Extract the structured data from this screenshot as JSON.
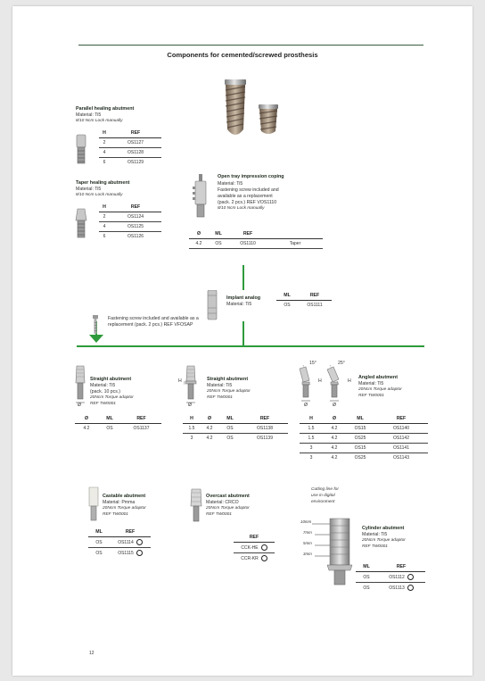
{
  "title": "Components for cemented/screwed prosthesis",
  "page_number": "12",
  "parallel_healing": {
    "title": "Parallel healing abutment",
    "material": "Material: Ti5",
    "torque": "8/10 Ncm Lock manually",
    "headers": [
      "H",
      "REF"
    ],
    "rows": [
      [
        "2",
        "OS1127"
      ],
      [
        "4",
        "OS1128"
      ],
      [
        "6",
        "OS1129"
      ]
    ]
  },
  "taper_healing": {
    "title": "Taper healing abutment",
    "material": "Material: Ti5",
    "torque": "8/10 Ncm Lock manually",
    "headers": [
      "H",
      "REF"
    ],
    "rows": [
      [
        "2",
        "OS1124"
      ],
      [
        "4",
        "OS1125"
      ],
      [
        "6",
        "OS1126"
      ]
    ]
  },
  "open_tray": {
    "title": "Open tray impression coping",
    "material": "Material: Ti5",
    "desc": [
      "Fastening screw included and",
      "available as a replacement",
      "(pack. 2 pcs.) REF VOS1110"
    ],
    "torque": "8/10 Ncm Lock manually",
    "headers": [
      "Ø",
      "ML",
      "REF",
      ""
    ],
    "rows": [
      [
        "4.2",
        "OS",
        "OS1110",
        "Taper"
      ]
    ]
  },
  "implant_analog": {
    "title": "Implant analog",
    "material": "Material: Ti5",
    "headers": [
      "ML",
      "REF"
    ],
    "rows": [
      [
        "OS",
        "OS1111"
      ]
    ]
  },
  "fastening_note": "Fastening screw included and available as a replacement (pack. 2 pcs.) REF VFOSAP",
  "straight_1": {
    "title": "Straight abutment",
    "material": "Material: Ti5",
    "pack": "(pack. 10 pcs.)",
    "torque": "20Ncm Torque adaptor",
    "ref": "REF TW0001",
    "headers": [
      "Ø",
      "ML",
      "REF"
    ],
    "rows": [
      [
        "4.2",
        "OS",
        "OS1137"
      ]
    ]
  },
  "straight_2": {
    "title": "Straight abutment",
    "material": "Material: Ti5",
    "torque": "20Ncm Torque adaptor",
    "ref": "REF TW0001",
    "headers": [
      "H",
      "Ø",
      "ML",
      "REF"
    ],
    "rows": [
      [
        "1.5",
        "4.2",
        "OS",
        "OS1138"
      ],
      [
        "3",
        "4.2",
        "OS",
        "OS1139"
      ]
    ]
  },
  "angled": {
    "title": "Angled abutment",
    "material": "Material: Ti5",
    "torque": "20Ncm Torque adaptor",
    "ref": "REF TW0001",
    "angle1": "15°",
    "angle2": "25°",
    "headers": [
      "H",
      "Ø",
      "ML",
      "REF"
    ],
    "rows": [
      [
        "1.5",
        "4.2",
        "OS15",
        "OS1140"
      ],
      [
        "1.5",
        "4.2",
        "OS25",
        "OS1142"
      ],
      [
        "3",
        "4.2",
        "OS15",
        "OS1141"
      ],
      [
        "3",
        "4.2",
        "OS25",
        "OS1143"
      ]
    ]
  },
  "castable": {
    "title": "Castable abutment",
    "material": "Material: Pmma",
    "torque": "20Ncm Torque adaptor",
    "ref": "REF TW0001",
    "headers": [
      "ML",
      "REF"
    ],
    "rows": [
      [
        "OS",
        "OS1114"
      ],
      [
        "OS",
        "OS1115"
      ]
    ]
  },
  "overcast": {
    "title": "Overcast abutment",
    "material": "Material: CRCO",
    "torque": "20Ncm Torque adaptor",
    "ref": "REF TW0001",
    "headers": [
      "REF"
    ],
    "rows": [
      [
        "CCK-HE"
      ],
      [
        "CCR-KR"
      ]
    ]
  },
  "cylinder": {
    "cutting_note": [
      "Cutting line for",
      "use in digital",
      "environment"
    ],
    "heights": [
      "10mm",
      "7mm",
      "5mm",
      "3mm"
    ],
    "title": "Cylinder abutment",
    "material": "Material: Ti5",
    "torque": "20Ncm Torque adaptor",
    "ref": "REF TW0001",
    "headers": [
      "ML",
      "REF"
    ],
    "rows": [
      [
        "OS",
        "OS1112"
      ],
      [
        "OS",
        "OS1113"
      ]
    ]
  },
  "dim_labels": {
    "h": "H",
    "d": "Ø"
  },
  "colors": {
    "accent_green": "#2e9a3c",
    "header_rule": "#3b5d3f"
  }
}
